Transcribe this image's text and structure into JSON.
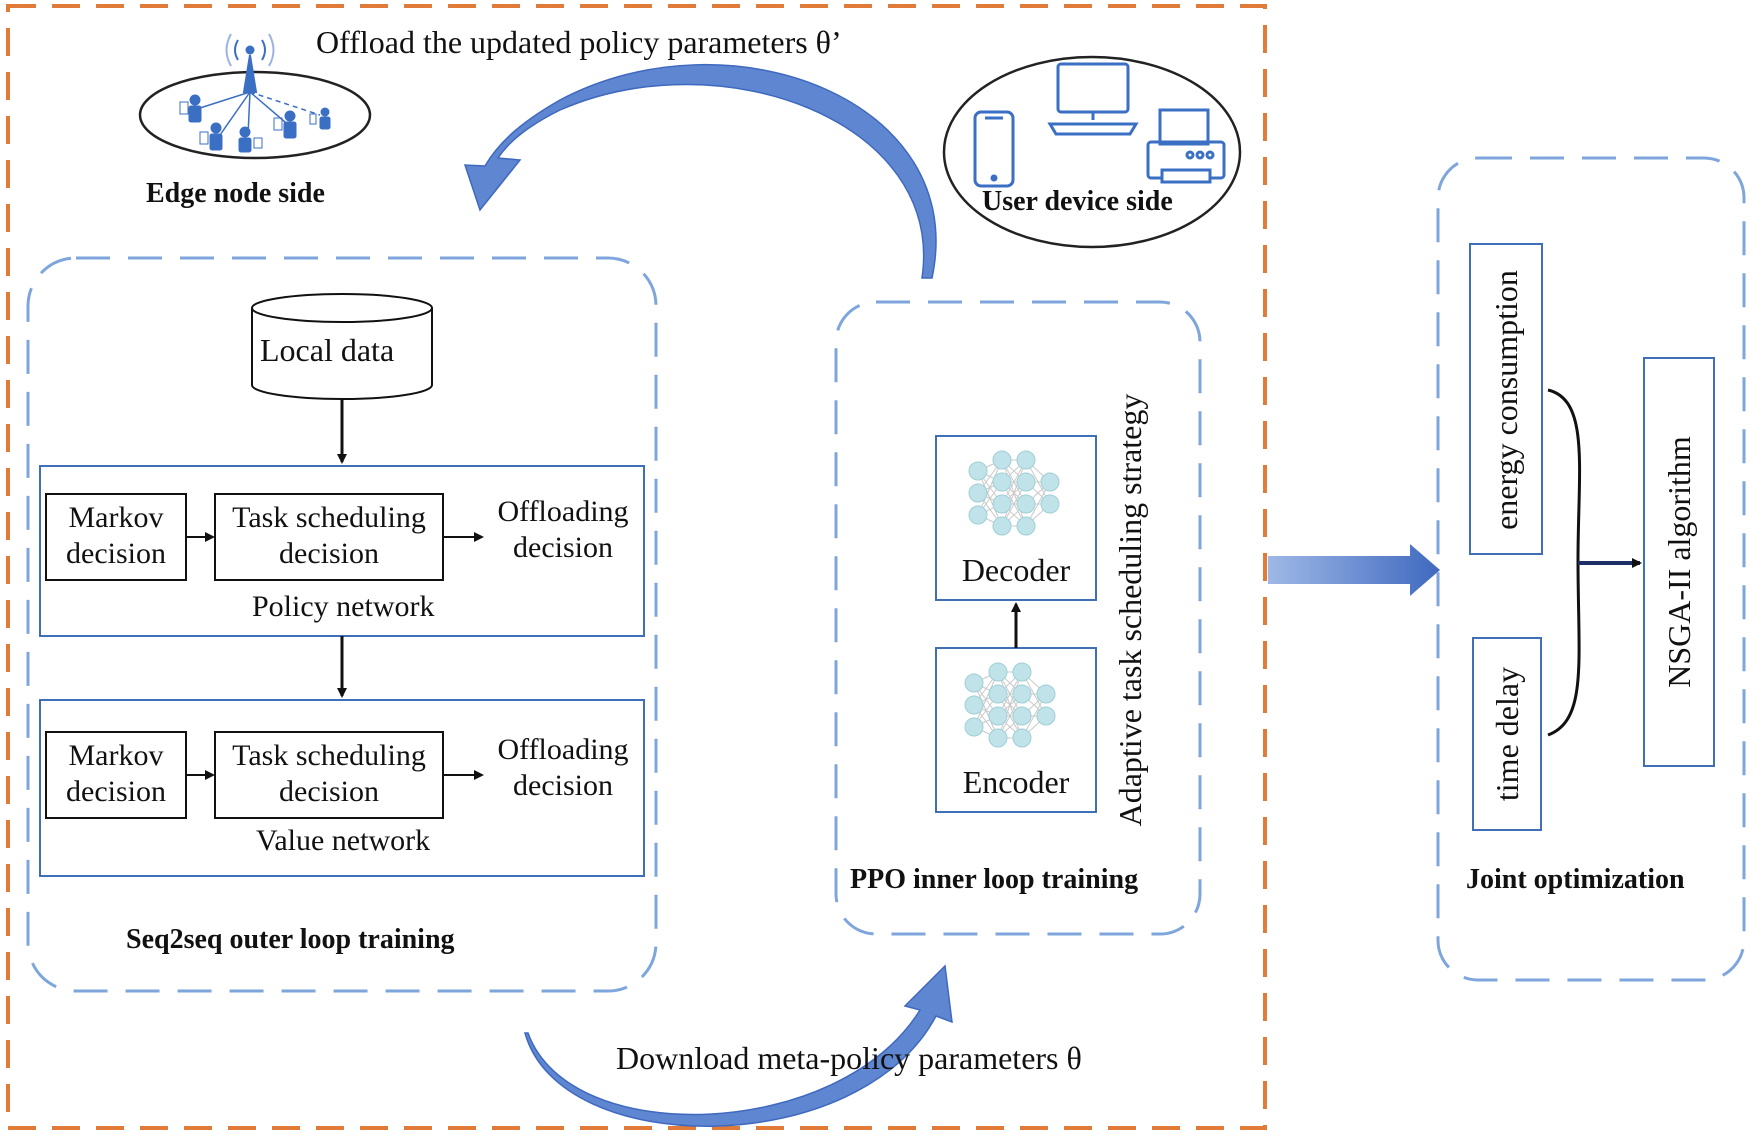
{
  "title_top": "Offload the updated policy parameters θ’",
  "title_bottom": "Download meta-policy parameters θ",
  "edge_node": {
    "label": "Edge node side",
    "icon": "edge-network-icon"
  },
  "user_device": {
    "label": "User device side",
    "icons": [
      "phone-icon",
      "computer-icon",
      "printer-icon"
    ]
  },
  "outer_loop": {
    "label": "Seq2seq outer loop training",
    "local_data": "Local data",
    "policy_network": {
      "label": "Policy network",
      "markov": [
        "Markov",
        "decision"
      ],
      "task": [
        "Task scheduling",
        "decision"
      ],
      "offload": [
        "Offloading",
        "decision"
      ]
    },
    "value_network": {
      "label": "Value network",
      "markov": [
        "Markov",
        "decision"
      ],
      "task": [
        "Task scheduling",
        "decision"
      ],
      "offload": [
        "Offloading",
        "decision"
      ]
    }
  },
  "inner_loop": {
    "label": "PPO inner loop training",
    "decoder": "Decoder",
    "encoder": "Encoder"
  },
  "strategy_label": "Adaptive task scheduling strategy",
  "joint": {
    "label": "Joint optimization",
    "energy": "energy consumption",
    "delay": "time delay",
    "nsga": "NSGA-II algorithm"
  },
  "colors": {
    "orange_border": "#e07b39",
    "blue_dash": "#7ea6dc",
    "box_blue": "#3f6fb6",
    "arrow_blue": "#4a74c4",
    "node_fill": "#bfe3e8"
  }
}
